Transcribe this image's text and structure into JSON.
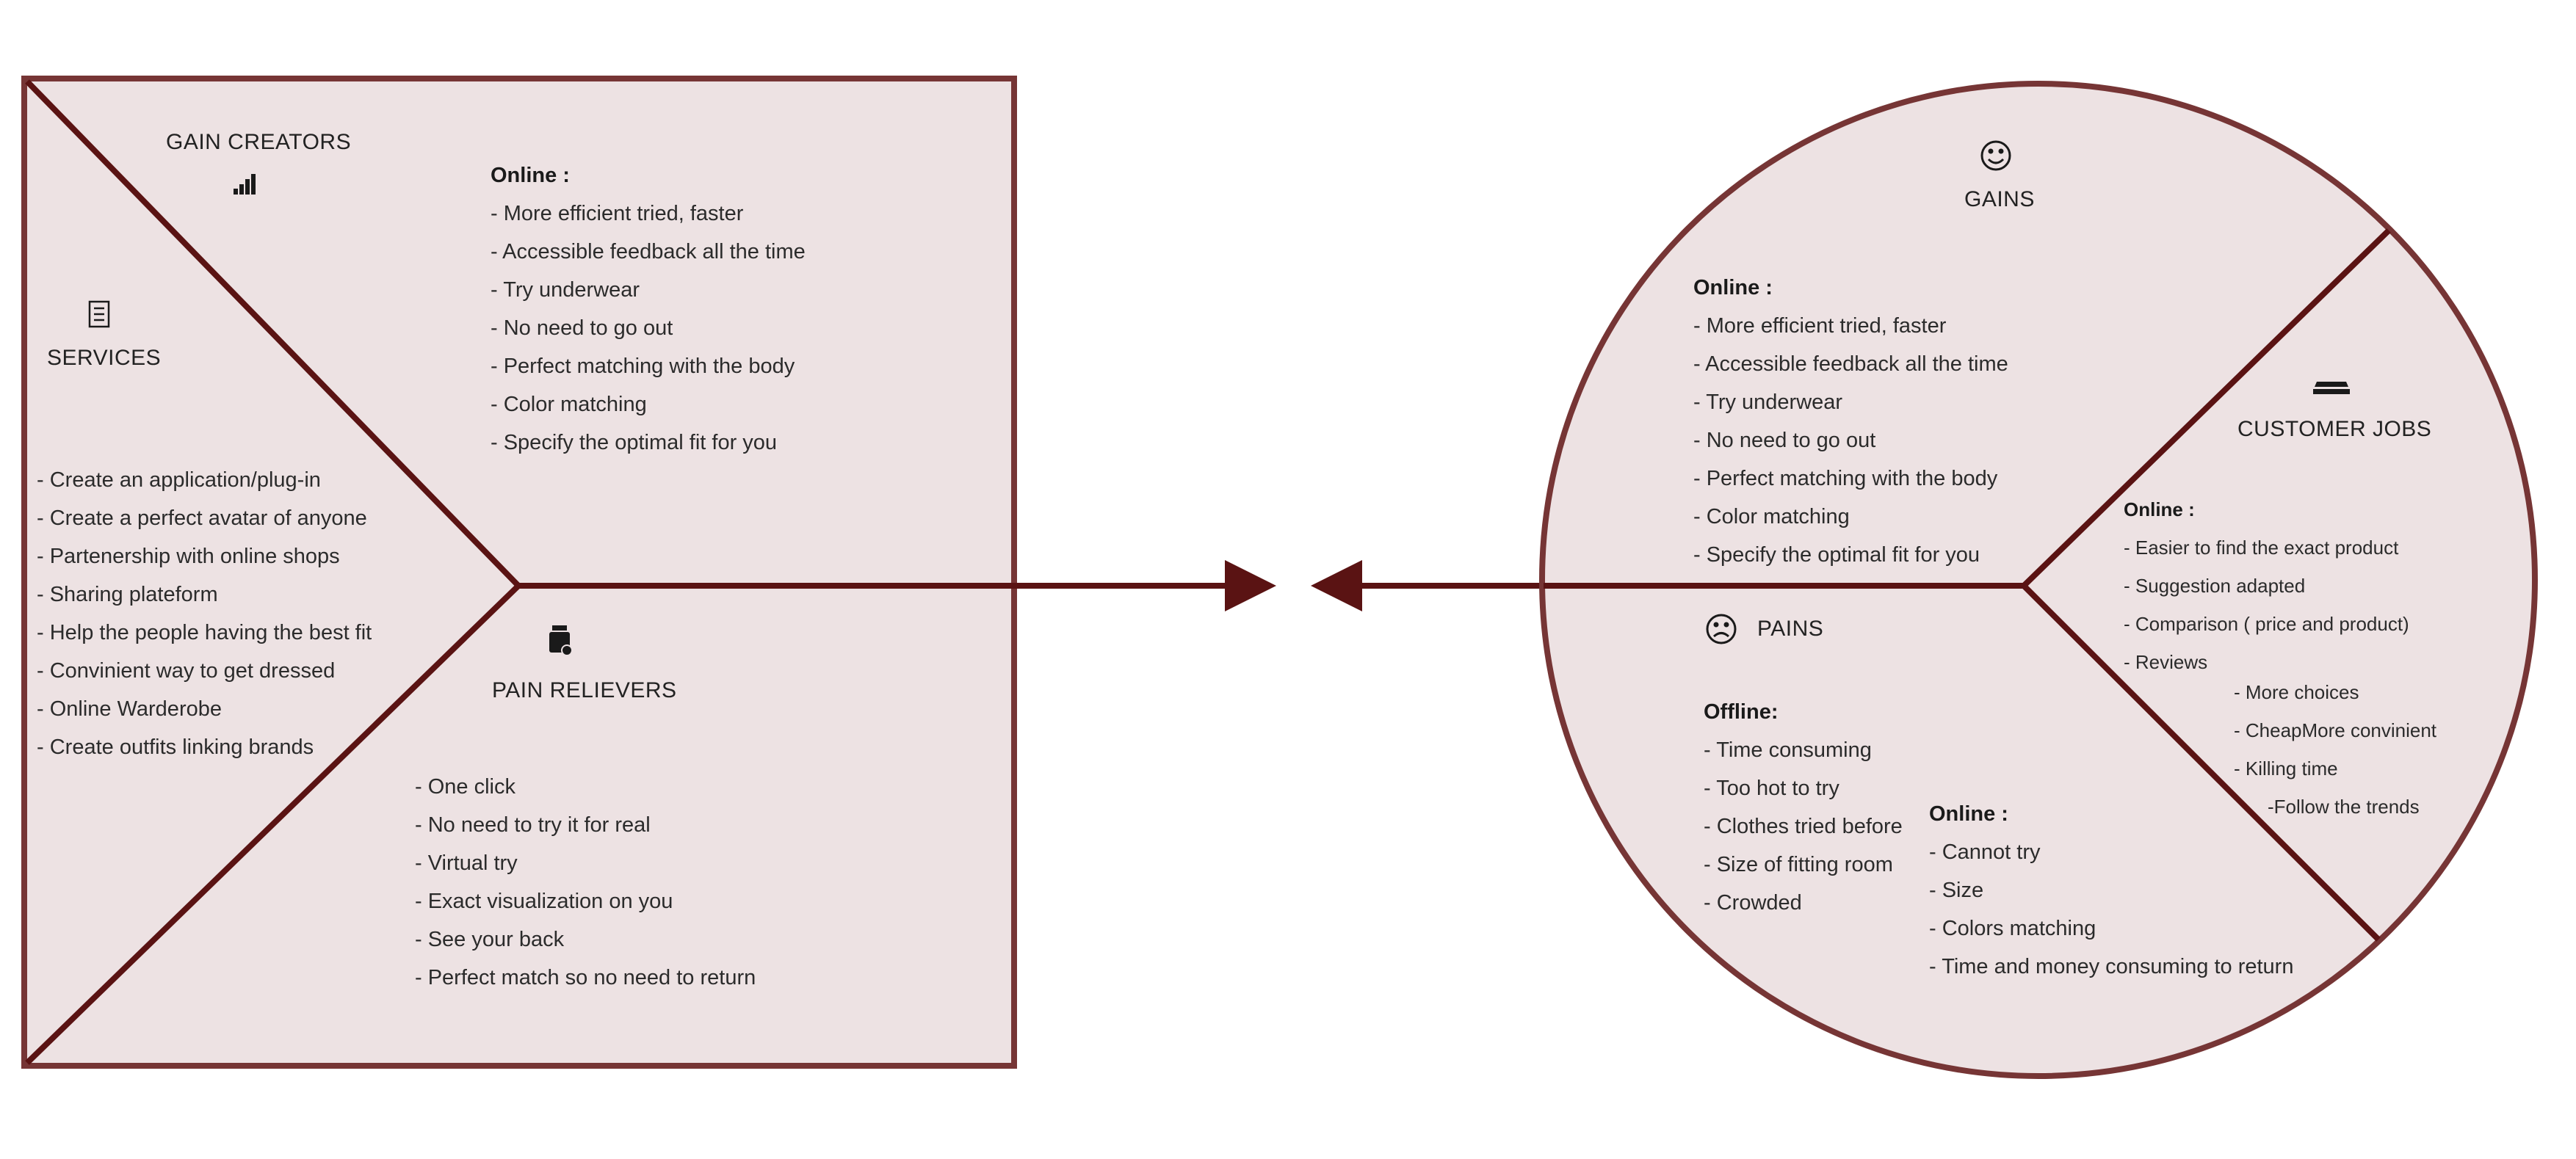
{
  "colors": {
    "fill": "#ede2e3",
    "border": "#763535",
    "line": "#5a1313",
    "text": "#2b2b2b"
  },
  "value_map": {
    "gain_creators": {
      "title": "GAIN CREATORS",
      "icon": "bar-chart-icon",
      "heading": "Online :",
      "items": [
        "- More efficient tried, faster",
        "- Accessible feedback all the time",
        "- Try underwear",
        "- No need to go out",
        "- Perfect matching with the body",
        "- Color matching",
        "- Specify the optimal fit for you"
      ]
    },
    "services": {
      "title": "SERVICES",
      "icon": "checklist-icon",
      "items": [
        "- Create an application/plug-in",
        "- Create a perfect avatar of anyone",
        "- Partenership with online shops",
        "- Sharing plateform",
        "- Help the people having the best fit",
        "- Convinient way to get dressed",
        "- Online Warderobe",
        "- Create outfits linking brands"
      ]
    },
    "pain_relievers": {
      "title": "PAIN RELIEVERS",
      "icon": "medicine-bottle-icon",
      "items": [
        "- One click",
        "- No need to try it for real",
        "- Virtual try",
        "- Exact visualization on you",
        "- See your back",
        "- Perfect match so no need to return"
      ]
    }
  },
  "customer_profile": {
    "gains": {
      "title": "GAINS",
      "icon": "smiley-icon",
      "heading": "Online :",
      "items": [
        "- More efficient tried, faster",
        "- Accessible feedback all the time",
        "- Try underwear",
        "- No need to go out",
        "- Perfect matching with the body",
        "- Color matching",
        "- Specify the optimal fit for you"
      ]
    },
    "customer_jobs": {
      "title": "CUSTOMER JOBS",
      "icon": "stapler-icon",
      "heading": "Online :",
      "items": [
        "- Easier to find the exact product",
        "- Suggestion adapted",
        "- Comparison ( price and product)",
        "- Reviews"
      ],
      "sub_items": [
        "- More choices",
        "- CheapMore convinient",
        "- Killing time",
        "-Follow the trends"
      ]
    },
    "pains": {
      "title": "PAINS",
      "icon": "sad-face-icon",
      "offline_heading": "Offline:",
      "offline_items": [
        "- Time consuming",
        "- Too hot to try",
        "- Clothes tried before",
        "- Size of fitting room",
        "- Crowded"
      ],
      "online_heading": "Online :",
      "online_items": [
        "- Cannot try",
        "- Size",
        "- Colors matching",
        "- Time and money consuming to return"
      ]
    }
  }
}
